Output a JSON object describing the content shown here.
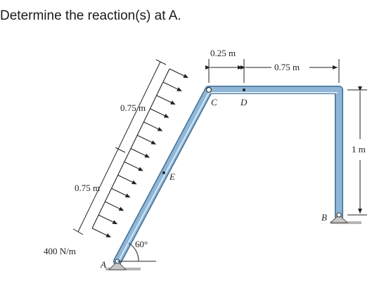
{
  "question": "Determine the reaction(s) at A.",
  "labels": {
    "dim_cd": "0.25 m",
    "dim_db": "0.75 m",
    "dim_height": "1 m",
    "dim_upper_inclined": "0.75 m",
    "dim_lower_inclined": "0.75 m",
    "load": "400 N/m",
    "angle": "60°",
    "point_a": "A",
    "point_b": "B",
    "point_c": "C",
    "point_d": "D",
    "point_e": "E"
  },
  "colors": {
    "member_fill": "#8fb6d6",
    "member_edge": "#3f6f95",
    "support_fill": "#c8c8c8"
  },
  "icons": {
    "support_a": "pin-support-icon",
    "support_b": "pin-support-icon"
  }
}
